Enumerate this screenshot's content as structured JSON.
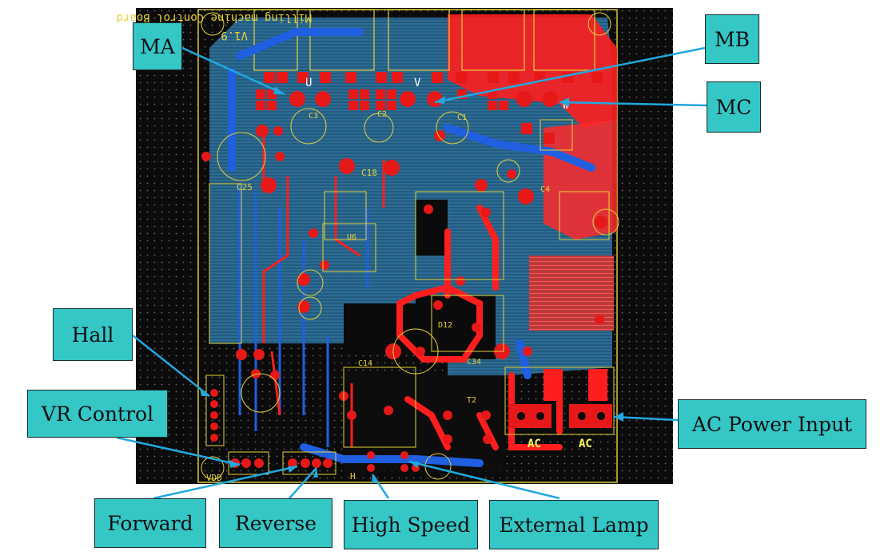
{
  "board": {
    "title_mirrored": "Milling machine Control Board",
    "version_mirrored": "V1.9",
    "phase_labels": [
      "U",
      "V",
      "W"
    ],
    "ac_labels": [
      "AC",
      "AC"
    ],
    "silkscreen": {
      "vdd": "VDD",
      "h": "H",
      "c18": "C18",
      "c25": "C25",
      "c14": "C14",
      "c34": "C34",
      "c4": "C4",
      "u6": "U6",
      "t2": "T2",
      "d12": "D12",
      "c1": "C1",
      "c2": "C2",
      "c3": "C3"
    }
  },
  "callouts": {
    "ma": "MA",
    "mb": "MB",
    "mc": "MC",
    "hall": "Hall",
    "vr_control": "VR Control",
    "ac_power_input": "AC Power Input",
    "forward": "Forward",
    "reverse": "Reverse",
    "high_speed": "High Speed",
    "external_lamp": "External Lamp"
  },
  "colors": {
    "board_bg": "#0b0b0b",
    "top_copper": "#ff1e1e",
    "bottom_copper": "#1f5fe0",
    "plane_fill": "#2b6f9a",
    "silkscreen": "#e6d23a",
    "pad": "#e61818",
    "callout_fill": "#35c6c6",
    "leader": "#20a8e0"
  }
}
